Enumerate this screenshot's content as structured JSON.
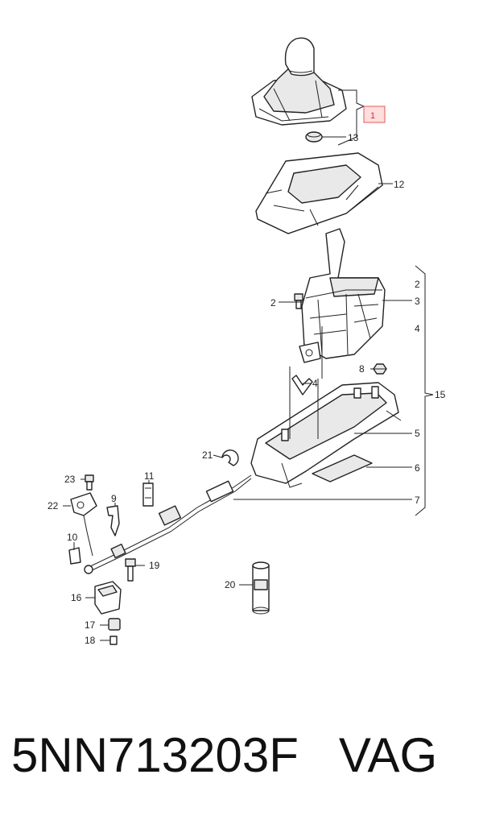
{
  "callouts": {
    "c1": "1",
    "c2a": "2",
    "c2b": "2",
    "c3": "3",
    "c4a": "4",
    "c4b": "4",
    "c5": "5",
    "c6": "6",
    "c7": "7",
    "c8": "8",
    "c9": "9",
    "c10": "10",
    "c11": "11",
    "c12": "12",
    "c13": "13",
    "c15": "15",
    "c16": "16",
    "c17": "17",
    "c18": "18",
    "c19": "19",
    "c20": "20",
    "c21": "21",
    "c22": "22",
    "c23": "23"
  },
  "colors": {
    "highlight_fill": "#ffdede",
    "highlight_stroke": "#e05a5a",
    "line": "#222222"
  },
  "caption": "5NN713203F   VAG"
}
